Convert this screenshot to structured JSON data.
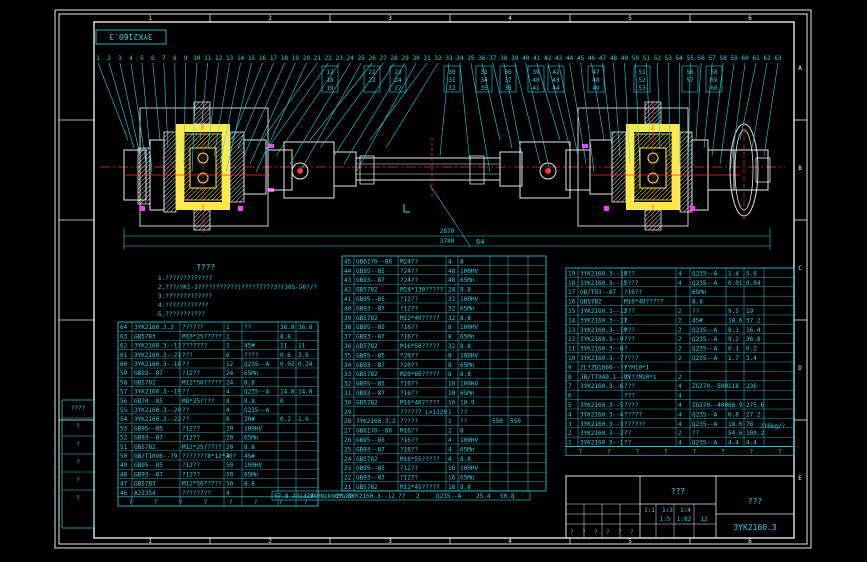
{
  "drawing": {
    "code_rotated": "3YK2160.3",
    "title_block_code": "3YK2160.3",
    "title_block_name": "???",
    "title_block_unit": "???",
    "title_block_row": [
      "?",
      "?",
      "?",
      "?",
      "?",
      "?"
    ],
    "title_block_small": [
      "1:1",
      "1:3",
      "1:4"
    ],
    "title_block_scale": "1:5",
    "title_block_ratio": "1:82",
    "title_block_size": "12",
    "note_title": "????",
    "notes": [
      "1.?????????????",
      "2.???/?K1-3???????????(?????7???3?)30S-50?/?",
      "3.?????????????",
      "4.????????????",
      "5.???????????"
    ],
    "border_cols_top": [
      "1",
      "2",
      "3",
      "4",
      "5",
      "6"
    ],
    "border_rows_right": [
      "A",
      "B",
      "C",
      "D",
      "E"
    ],
    "dim_mid": "64",
    "dim_total": "3780",
    "dim_small": "2870"
  },
  "callouts": [
    "1",
    "2",
    "3",
    "4",
    "5",
    "6",
    "7",
    "8",
    "9",
    "10",
    "11",
    "12",
    "13",
    "14",
    "15",
    "16",
    "17",
    "18",
    "19",
    "20",
    "21",
    "22",
    "23",
    "24",
    "25",
    "26",
    "27",
    "28",
    "29",
    "30",
    "31",
    "32",
    "33",
    "34",
    "35",
    "36",
    "37",
    "38",
    "39",
    "40",
    "41",
    "42",
    "43",
    "44",
    "45",
    "46",
    "47",
    "48",
    "49",
    "50",
    "51",
    "52",
    "53",
    "54",
    "55",
    "56",
    "57",
    "58",
    "59",
    "60",
    "61",
    "62",
    "63"
  ],
  "side_table": [
    "????",
    "?",
    "?",
    "?",
    "?",
    "?"
  ],
  "bom_left": [
    [
      "64",
      "3YK2160.3.3",
      "??????",
      "1",
      "??",
      "36.8",
      "36.8"
    ],
    [
      "63",
      "GB5783",
      "M10*25?????",
      "1",
      "",
      "8.8",
      ""
    ],
    [
      "62",
      "3YK2160.3--17",
      "???????",
      "1",
      "45#",
      "11",
      "11"
    ],
    [
      "61",
      "3YK2160.3--21",
      "???",
      "6",
      "????",
      "0.6",
      "3.6"
    ],
    [
      "60",
      "3YK2160.3--18",
      "??",
      "12",
      "Q235--A",
      "0.02",
      "0.24"
    ],
    [
      "59",
      "GB93--87",
      "?12??",
      "24",
      "65Mn",
      "",
      ""
    ],
    [
      "58",
      "GB5782",
      "M12*50?????",
      "24",
      "8.8",
      "",
      ""
    ],
    [
      "57",
      "3YK2160.3--19",
      "??",
      "4",
      "Q235--A",
      "14.8",
      "14.8"
    ],
    [
      "56",
      "GB70--85",
      "M8*35????",
      "8",
      "8.8",
      "0",
      ""
    ],
    [
      "55",
      "3YK2160.3--20",
      "??",
      "4",
      "Q235--A",
      "",
      ""
    ],
    [
      "54",
      "3YK2160.3--22",
      "??",
      "8",
      "20#",
      "0.2",
      "1.6"
    ],
    [
      "53",
      "GB95--85",
      "?12??",
      "20",
      "100HV",
      "",
      ""
    ],
    [
      "52",
      "GB93--87",
      "?12??",
      "20",
      "65Mn",
      "",
      ""
    ],
    [
      "51",
      "GB5782",
      "M12*25?????",
      "20",
      "8.8",
      "",
      ""
    ],
    [
      "50",
      "GB/T1096--79",
      "???????8*12*70?",
      "4",
      "45#",
      "",
      ""
    ],
    [
      "49",
      "GB95--85",
      "?12??",
      "50",
      "100HV",
      "",
      ""
    ],
    [
      "48",
      "GB93--87",
      "?12??",
      "50",
      "65Mn",
      "",
      ""
    ],
    [
      "47",
      "GB5783",
      "M12*50?????",
      "50",
      "8.8",
      "",
      ""
    ],
    [
      "46",
      "AJ2354",
      "????????",
      "4",
      "",
      "",
      ""
    ]
  ],
  "bom_left_foot": [
    "?",
    "?",
    "?",
    "?",
    "?",
    "?",
    "?",
    "?"
  ],
  "bom_mid_totals": [
    "57.8",
    "2313.2",
    "ZYK0N1kN0*180",
    "20",
    "3YK2160.3--12",
    "??",
    "2",
    "Q235--A",
    "25.4",
    "50.8"
  ],
  "bom_mid": [
    [
      "45",
      "GB6170--86",
      "M24??",
      "4",
      "8",
      "",
      ""
    ],
    [
      "44",
      "GB95--85",
      "?24??",
      "48",
      "100HV",
      "",
      ""
    ],
    [
      "43",
      "GB93--87",
      "?24??",
      "48",
      "65Mn",
      "",
      ""
    ],
    [
      "42",
      "GB5782",
      "M24*130?????",
      "24",
      "8.8",
      "",
      ""
    ],
    [
      "41",
      "GB95--85",
      "?12??",
      "32",
      "100HV",
      "",
      ""
    ],
    [
      "40",
      "GB93--87",
      "?12??",
      "32",
      "65Mn",
      "",
      ""
    ],
    [
      "39",
      "GB5782",
      "M12*40?????",
      "32",
      "8.8",
      "",
      ""
    ],
    [
      "38",
      "GB95--85",
      "?16??",
      "8",
      "100HV",
      "",
      ""
    ],
    [
      "37",
      "GB93--87",
      "?16??",
      "8",
      "65Mn",
      "",
      ""
    ],
    [
      "36",
      "GB5782",
      "M16*50?????",
      "32",
      "8.8",
      "",
      ""
    ],
    [
      "35",
      "GB95--85",
      "?20??",
      "8",
      "100HV",
      "",
      ""
    ],
    [
      "34",
      "GB93--87",
      "?20??",
      "8",
      "65Mn",
      "",
      ""
    ],
    [
      "33",
      "GB5782",
      "M20*60?????",
      "8",
      "8.8",
      "",
      ""
    ],
    [
      "32",
      "GB95--85",
      "?16??",
      "10",
      "100HV",
      "",
      ""
    ],
    [
      "31",
      "GB93--87",
      "?16??",
      "10",
      "65Mn",
      "",
      ""
    ],
    [
      "30",
      "GB5782",
      "M16*40?????",
      "10",
      "10.9",
      "",
      ""
    ],
    [
      "29",
      "",
      "?????? L=1320",
      "1",
      "??",
      "",
      ""
    ],
    [
      "28",
      "3YK2160.3.2",
      "?????",
      "1",
      "??",
      "550",
      "550"
    ],
    [
      "27",
      "GB6170--86",
      "M16??",
      "2",
      "8",
      "",
      ""
    ],
    [
      "26",
      "GB95--85",
      "?16??",
      "4",
      "100HV",
      "",
      ""
    ],
    [
      "25",
      "GB93--87",
      "?16??",
      "4",
      "65Mn",
      "",
      ""
    ],
    [
      "24",
      "GB5782",
      "M16*55?????",
      "4",
      "8.8",
      "",
      ""
    ],
    [
      "23",
      "GB95--85",
      "?12??",
      "16",
      "100HV",
      "",
      ""
    ],
    [
      "22",
      "GB93--87",
      "?12??",
      "16",
      "65Mn",
      "",
      ""
    ],
    [
      "21",
      "GB5782",
      "M12*45?????",
      "16",
      "8.8",
      "",
      ""
    ]
  ],
  "bom_right": [
    [
      "19",
      "3YK2160.3--16",
      "???",
      "4",
      "Q235--A",
      "1.4",
      "5.6"
    ],
    [
      "18",
      "3YK2160.3--15",
      "????",
      "4",
      "Q235--A",
      "0.01",
      "0.04"
    ],
    [
      "17",
      "GB/T93--87",
      "?16??",
      "",
      "65Mn",
      "",
      ""
    ],
    [
      "16",
      "GB5782",
      "M16*40?????",
      "",
      "8.8",
      "",
      ""
    ],
    [
      "15",
      "3YK2160.3--13",
      "???",
      "2",
      "??",
      "9.5",
      "19"
    ],
    [
      "14",
      "3YK2160.3--11",
      "?",
      "2",
      "45#",
      "18.6",
      "37.2"
    ],
    [
      "13",
      "3YK2160.3--10",
      "???",
      "2",
      "Q235--A",
      "8.1",
      "16.4"
    ],
    [
      "12",
      "3YK2160.3--9",
      "???",
      "2",
      "Q235--A",
      "9.2",
      "36.8"
    ],
    [
      "11",
      "3YK2160.3--8",
      "?",
      "2",
      "Q235--A",
      "0.1",
      "0.2"
    ],
    [
      "10",
      "3YK2160.3--7",
      "????",
      "2",
      "Q235--A",
      "1.7",
      "3.4"
    ],
    [
      "9",
      "ZL?ZD1000--??",
      "??M10*1",
      "",
      "",
      "",
      ""
    ],
    [
      "8",
      "JB/T7940.1--95",
      "????M10*1",
      "2",
      "",
      "",
      ""
    ],
    [
      "7",
      "3YK2160.3--6",
      "???",
      "4",
      "ZG270--500",
      "118",
      "236"
    ],
    [
      "6",
      "",
      "???",
      "4",
      "",
      "",
      ""
    ],
    [
      "5",
      "3YK2160.3--5",
      "????",
      "4",
      "ZG270--400",
      "68.9",
      "275.6"
    ],
    [
      "4",
      "3YK2160.3--4",
      "?????",
      "4",
      "Q235--A",
      "6.8",
      "27.2"
    ],
    [
      "3",
      "3YK2160.3--3",
      "??????",
      "4",
      "Q235--A",
      "18.6",
      "78"
    ],
    [
      "2",
      "3YK2160.3--2",
      "??",
      "2",
      "??",
      "54.6",
      "109.2"
    ],
    [
      "1",
      "3YK2160.3--1",
      "??",
      "4",
      "Q235--A",
      "4.4",
      "4.4"
    ]
  ],
  "bom_right_foot": [
    "?",
    "?",
    "?",
    "?",
    "?",
    "?",
    "?",
    "?"
  ],
  "bom_right_mass_note": "216kg/?"
}
